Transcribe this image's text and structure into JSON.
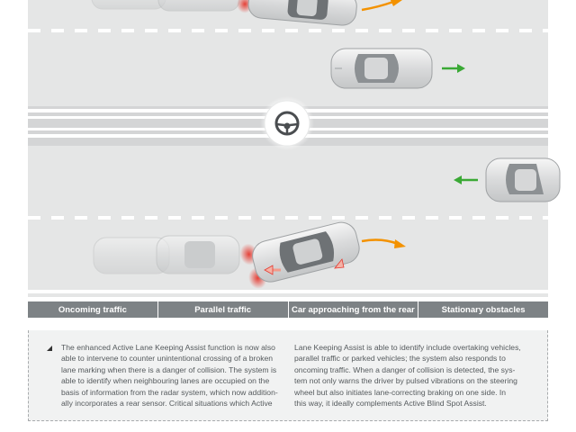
{
  "tabs": [
    {
      "label": "Oncoming traffic"
    },
    {
      "label": "Parallel traffic"
    },
    {
      "label": "Car approaching from the rear"
    },
    {
      "label": "Stationary obstacles"
    }
  ],
  "info": {
    "left_lines": [
      "The enhanced Active Lane Keeping Assist function is now also",
      "able to intervene to counter unintentional crossing of a broken",
      "lane marking when there is a danger of collision. The system is",
      "able to identify when neighbouring lanes are occupied on the",
      "basis of information from the radar system, which now addition-",
      "ally incorporates a rear sensor. Critical situations which Active"
    ],
    "right_lines": [
      "Lane Keeping Assist is able to identify include overtaking vehicles,",
      "parallel traffic or parked vehicles; the system also responds to",
      "oncoming traffic. When a danger of collision is detected, the sys-",
      "tem not only warns the driver by pulsed vibrations on the steering",
      "wheel but also initiates lane-correcting braking on one side. In",
      "this way, it ideally complements Active Blind Spot Assist."
    ]
  },
  "colors": {
    "road": "#e5e6e6",
    "tab_bar": "#7d8285",
    "warning_arrow": "#f39200",
    "traffic_arrow": "#3aa935",
    "sensor_glow": "#e5392f"
  },
  "icons": [
    "steering-wheel-icon",
    "warning-arrow-icon",
    "traffic-arrow-icon"
  ]
}
